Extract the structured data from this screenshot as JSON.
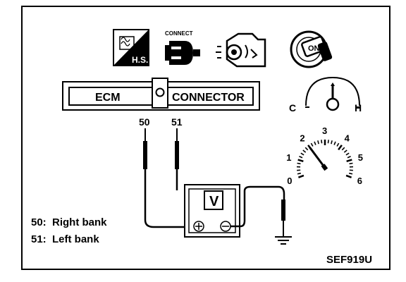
{
  "icons": {
    "hot_soak_label": "H.S.",
    "connect_label": "CONNECT",
    "ignition_on_label": "ON"
  },
  "connector": {
    "left_label": "ECM",
    "right_label": "CONNECTOR",
    "terminal_a": "50",
    "terminal_b": "51"
  },
  "temp_gauge": {
    "cold_label": "C",
    "hot_label": "H"
  },
  "tachometer": {
    "ticks": [
      "0",
      "1",
      "2",
      "3",
      "4",
      "5",
      "6"
    ],
    "needle_value": 2
  },
  "voltmeter": {
    "label": "V",
    "positive_symbol": "⊕",
    "negative_symbol": "⊖"
  },
  "legend": {
    "line1": "50:  Right bank",
    "line2": "51:  Left bank"
  },
  "figure_code": "SEF919U"
}
